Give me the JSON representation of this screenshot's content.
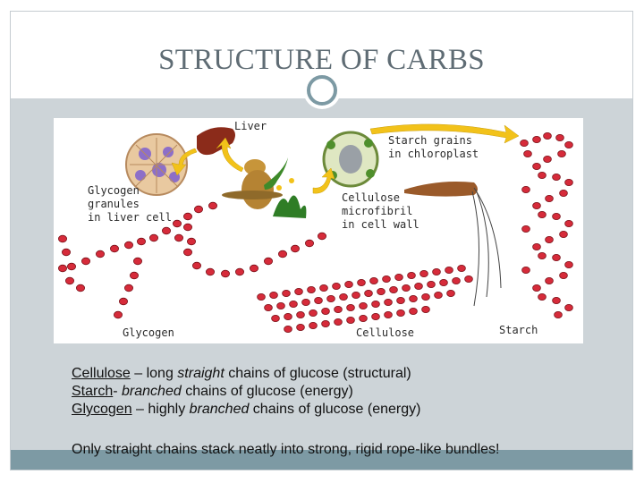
{
  "slide": {
    "title": "STRUCTURE OF CARBS"
  },
  "diagram": {
    "labels": {
      "liver": "Liver",
      "starch_grains": "Starch grains\nin chloroplast",
      "glycogen_granules": "Glycogen\ngranules\nin liver cell",
      "cellulose_microfibril": "Cellulose\nmicrofibril\nin cell wall",
      "glycogen": "Glycogen",
      "cellulose": "Cellulose",
      "starch": "Starch"
    }
  },
  "text": {
    "line1": {
      "term": "Cellulose",
      "part1": " – long ",
      "emph": "straight",
      "part2": " chains of glucose (structural)"
    },
    "line2": {
      "term": "Starch",
      "part1": "- ",
      "emph": "branched",
      "part2": " chains of glucose (energy)"
    },
    "line3": {
      "term": "Glycogen",
      "part1": " – highly ",
      "emph": "branched",
      "part2": " chains of glucose (energy)"
    },
    "closing": "Only straight chains stack neatly into strong, rigid rope-like bundles!"
  },
  "colors": {
    "title": "#5f6c74",
    "content_bg": "#cdd4d8",
    "bottom_bar": "#7d9aa4",
    "glucose_red": "#d62b3a",
    "arrow_yellow": "#f2c21a"
  }
}
